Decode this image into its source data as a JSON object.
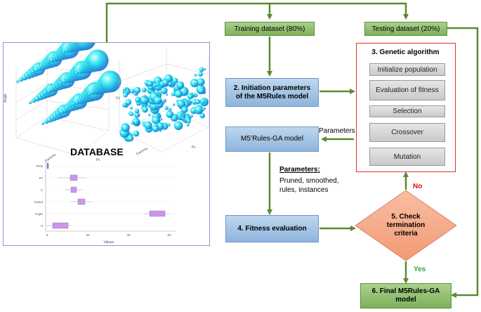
{
  "database": {
    "title": "DATABASE",
    "plot_a_ylabel": "Angle",
    "plot_a_xlabel": "Gamma",
    "plot_a_zlabel": "Pc",
    "plot_b_xlabel": "Gamma",
    "plot_b_zlabel": "Pc",
    "plot_b_ylabel": "Cc",
    "box_categories": [
      "PGS",
      "Pc",
      "C",
      "Gama",
      "Angle",
      "H"
    ],
    "box_xticks": [
      "0",
      "20",
      "40",
      "60"
    ],
    "box_xlabel": "Values"
  },
  "flow": {
    "training": "Training dataset (80%)",
    "testing": "Testing dataset (20%)",
    "init_line1": "2. Initiation parameters",
    "init_line2": "of the M5Rules model",
    "m5ga": "M5’Rules-GA model",
    "parameters_label": "Parameters",
    "params_title": "Parameters:",
    "params_line1": "Pruned, smoothed,",
    "params_line2": "rules, instances",
    "fitness": "4. Fitness evaluation",
    "check_line1": "5. Check",
    "check_line2": "termination",
    "check_line3": "criteria",
    "no": "No",
    "yes": "Yes",
    "final_line1": "6. Final M5Rules-GA",
    "final_line2": "model"
  },
  "genetic": {
    "title": "3. Genetic algorithm",
    "steps": [
      "Initialize population",
      "Evaluation of fitness",
      "Selection",
      "Crossover",
      "Mutation"
    ]
  },
  "colors": {
    "arrow_green": "#5b8a2e",
    "border_red": "#e03030",
    "diamond_fill": "#f4a582",
    "no_red": "#e01010",
    "yes_green": "#3aa63a",
    "bubble_cyan": "#2ee6f0"
  }
}
